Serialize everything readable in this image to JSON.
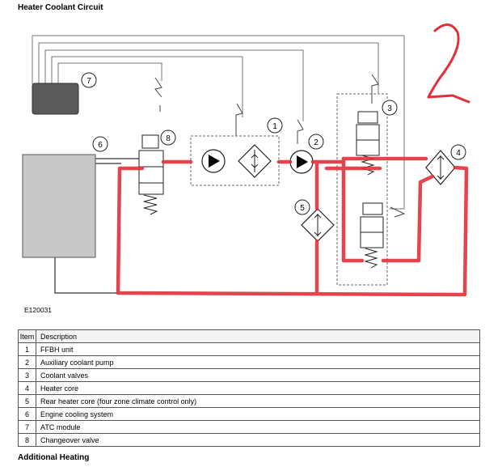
{
  "title": "Heater Coolant Circuit",
  "figure_code": "E120031",
  "handwritten_annotation": "2",
  "callouts": [
    "1",
    "2",
    "3",
    "4",
    "5",
    "6",
    "7",
    "8"
  ],
  "colors": {
    "highlight": "#e0303a",
    "line": "#555555",
    "engine_fill": "#c8c8c8",
    "atc_fill": "#5a5a5a"
  },
  "table": {
    "headers": [
      "Item",
      "Description"
    ],
    "rows": [
      {
        "item": "1",
        "description": "FFBH unit"
      },
      {
        "item": "2",
        "description": "Auxiliary coolant pump"
      },
      {
        "item": "3",
        "description": "Coolant valves"
      },
      {
        "item": "4",
        "description": "Heater core"
      },
      {
        "item": "5",
        "description": "Rear heater core (four zone climate control only)"
      },
      {
        "item": "6",
        "description": "Engine cooling system"
      },
      {
        "item": "7",
        "description": "ATC module"
      },
      {
        "item": "8",
        "description": "Changeover valve"
      }
    ]
  },
  "footer": "Additional Heating"
}
